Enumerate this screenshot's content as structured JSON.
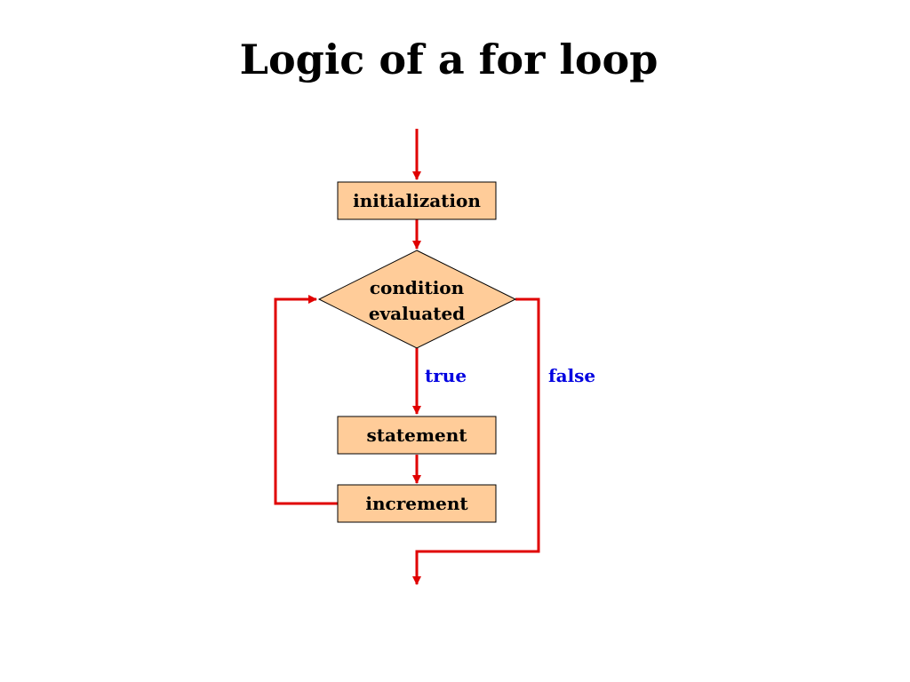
{
  "title": "Logic of a for loop",
  "colors": {
    "flow_line": "#e00000",
    "node_fill": "#ffcc99",
    "node_stroke": "#000000",
    "branch_label": "#0000e0"
  },
  "nodes": {
    "initialization": "initialization",
    "condition_line1": "condition",
    "condition_line2": "evaluated",
    "statement": "statement",
    "increment": "increment"
  },
  "branches": {
    "true_label": "true",
    "false_label": "false"
  }
}
